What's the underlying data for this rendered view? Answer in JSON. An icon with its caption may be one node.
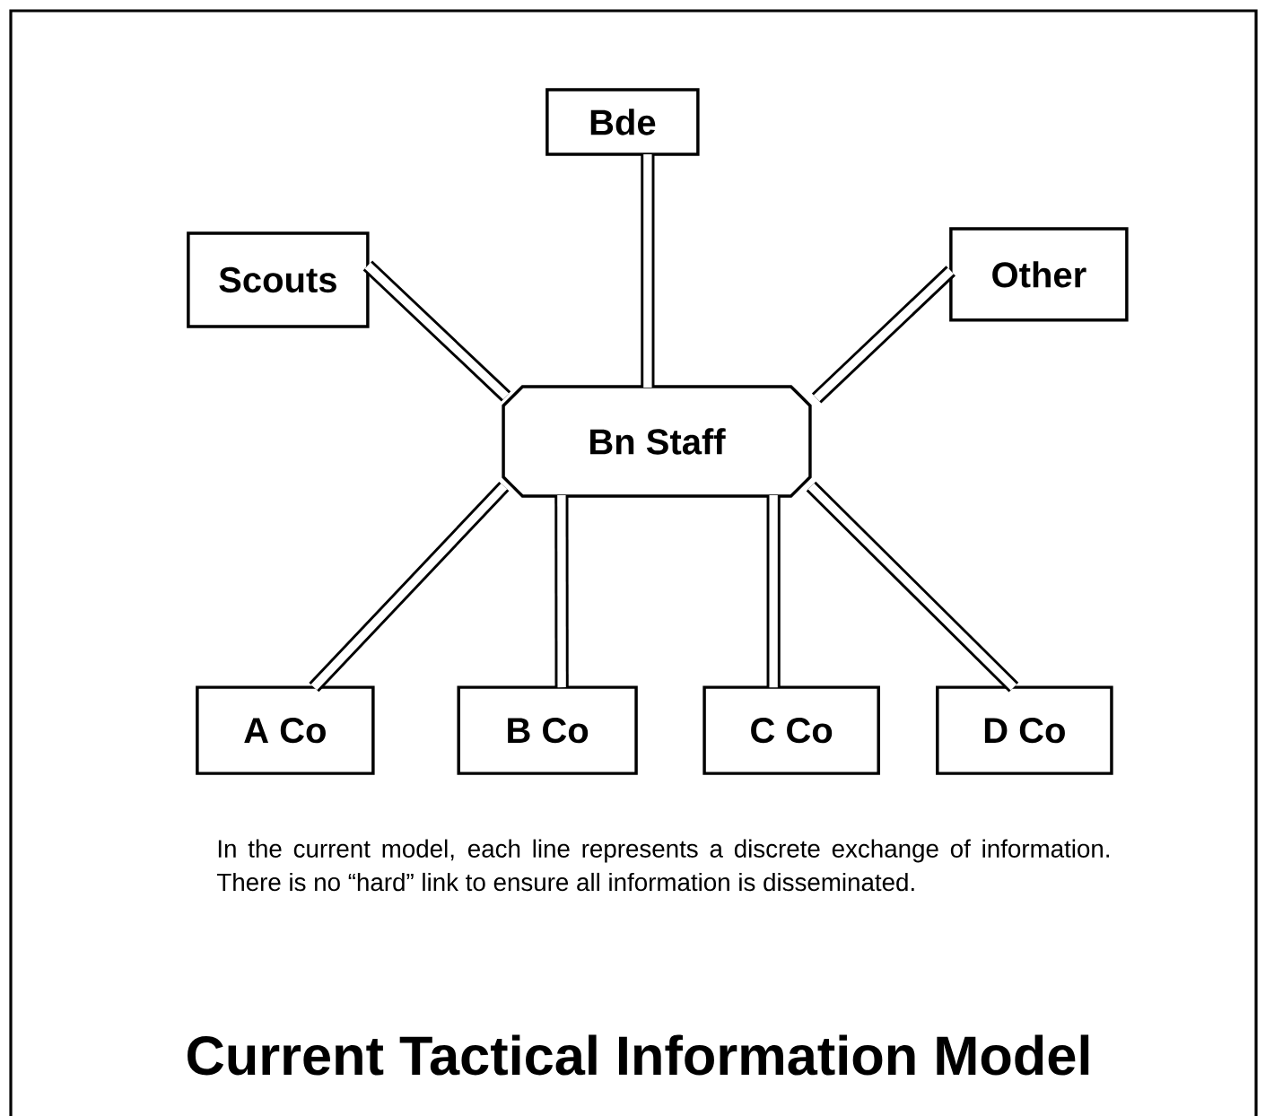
{
  "diagram": {
    "title": "Current Tactical Information Model",
    "nodes": [
      {
        "text": [
          "Bde"
        ]
      },
      {
        "text": [
          "Scouts"
        ]
      },
      {
        "text": [
          "Other"
        ]
      },
      {
        "text": [
          "Bn Staff"
        ]
      },
      {
        "text": [
          "A Co"
        ]
      },
      {
        "text": [
          "B Co"
        ]
      },
      {
        "text": [
          "C Co"
        ]
      },
      {
        "text": [
          "D Co"
        ]
      }
    ],
    "edges": [
      {
        "from": 0,
        "to": 3,
        "arrow": "none"
      },
      {
        "from": 1,
        "to": 3,
        "arrow": "none"
      },
      {
        "from": 2,
        "to": 3,
        "arrow": "none"
      },
      {
        "from": 3,
        "to": 4,
        "arrow": "none"
      },
      {
        "from": 3,
        "to": 5,
        "arrow": "none"
      },
      {
        "from": 3,
        "to": 6,
        "arrow": "none"
      },
      {
        "from": 3,
        "to": 7,
        "arrow": "none"
      }
    ],
    "labels": [
      "In the current model, each line represents a discrete exchange of information. There is no “hard” link to ensure all information is disseminated."
    ]
  }
}
